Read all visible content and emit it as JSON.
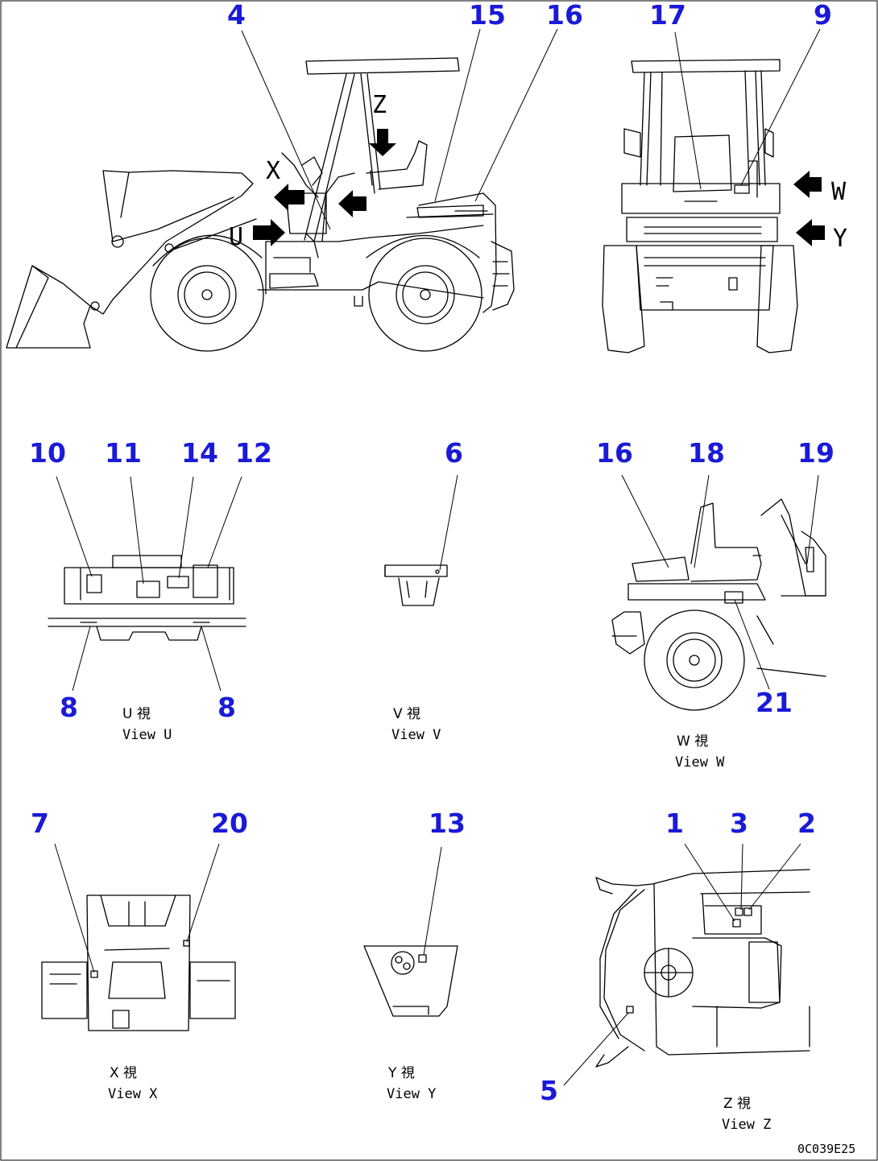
{
  "callouts": {
    "c4": "4",
    "c15": "15",
    "c16a": "16",
    "c17": "17",
    "c9": "9",
    "c10": "10",
    "c11": "11",
    "c14": "14",
    "c12": "12",
    "c6": "6",
    "c16b": "16",
    "c18": "18",
    "c19": "19",
    "c8a": "8",
    "c8b": "8",
    "c21": "21",
    "c7": "7",
    "c20": "20",
    "c13": "13",
    "c1": "1",
    "c3": "3",
    "c2": "2",
    "c5": "5"
  },
  "view_markers": {
    "x": "X",
    "z": "Z",
    "u": "U",
    "w": "W",
    "y": "Y"
  },
  "captions": {
    "u": {
      "jp": "U 視",
      "en": "View U"
    },
    "v": {
      "jp": "V 視",
      "en": "View V"
    },
    "w": {
      "jp": "W 視",
      "en": "View W"
    },
    "x": {
      "jp": "X 視",
      "en": "View X"
    },
    "y": {
      "jp": "Y 視",
      "en": "View Y"
    },
    "z": {
      "jp": "Z 視",
      "en": "View Z"
    }
  },
  "drawing_number": "0C039E25",
  "colors": {
    "callout": "#1a1ad8",
    "line": "#000000",
    "background": "#ffffff"
  }
}
